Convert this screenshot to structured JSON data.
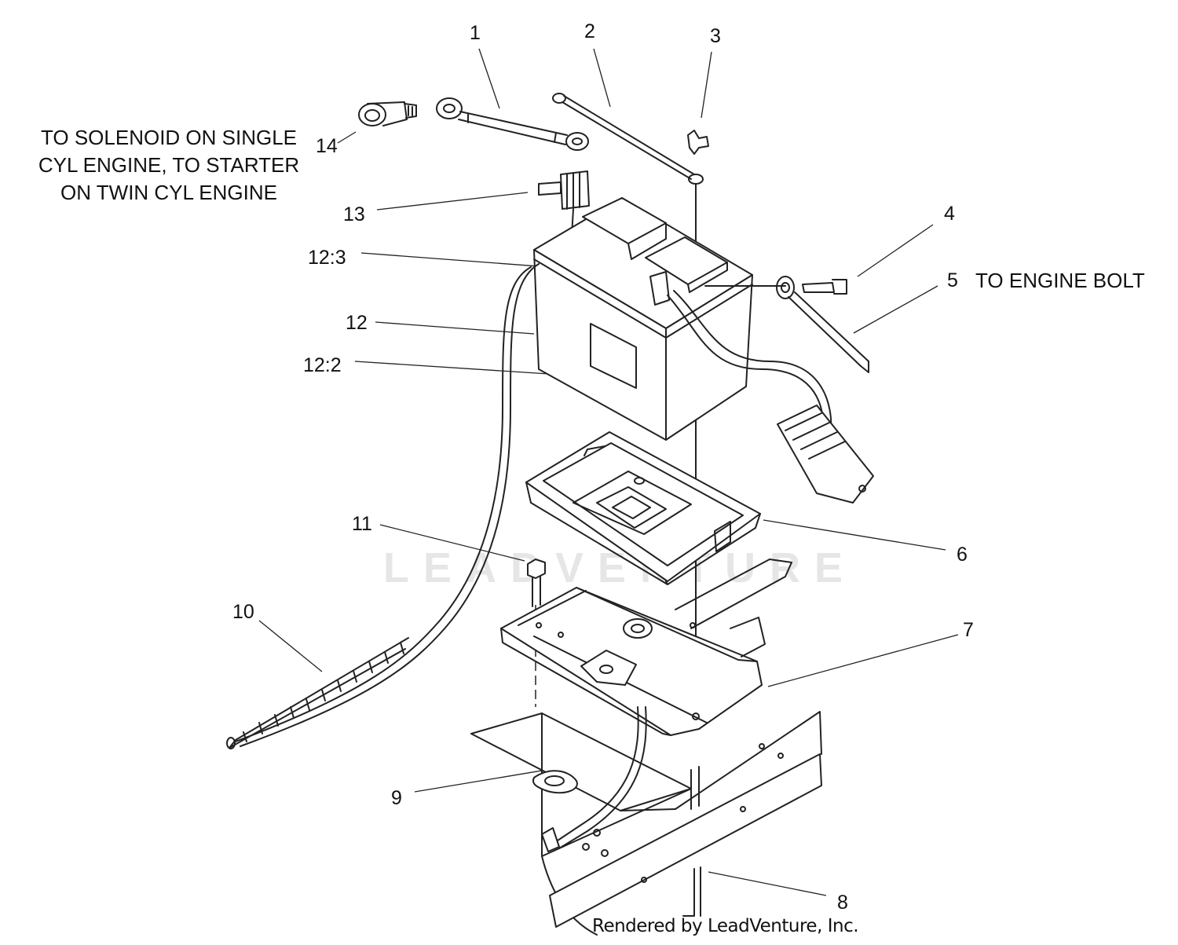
{
  "diagram": {
    "callouts": [
      {
        "id": "1",
        "text": "1"
      },
      {
        "id": "2",
        "text": "2"
      },
      {
        "id": "3",
        "text": "3"
      },
      {
        "id": "4",
        "text": "4"
      },
      {
        "id": "5",
        "text": "5"
      },
      {
        "id": "6",
        "text": "6"
      },
      {
        "id": "7",
        "text": "7"
      },
      {
        "id": "8",
        "text": "8"
      },
      {
        "id": "9",
        "text": "9"
      },
      {
        "id": "10",
        "text": "10"
      },
      {
        "id": "11",
        "text": "11"
      },
      {
        "id": "12",
        "text": "12"
      },
      {
        "id": "12-2",
        "text": "12:2"
      },
      {
        "id": "12-3",
        "text": "12:3"
      },
      {
        "id": "13",
        "text": "13"
      },
      {
        "id": "14",
        "text": "14"
      }
    ],
    "notes": {
      "solenoid_line1": "TO SOLENOID ON SINGLE",
      "solenoid_line2": "CYL ENGINE, TO STARTER",
      "solenoid_line3": "ON TWIN CYL ENGINE",
      "engine_bolt": "TO ENGINE BOLT"
    },
    "watermark": "LEADVENTURE",
    "credit": "Rendered by LeadVenture, Inc."
  }
}
